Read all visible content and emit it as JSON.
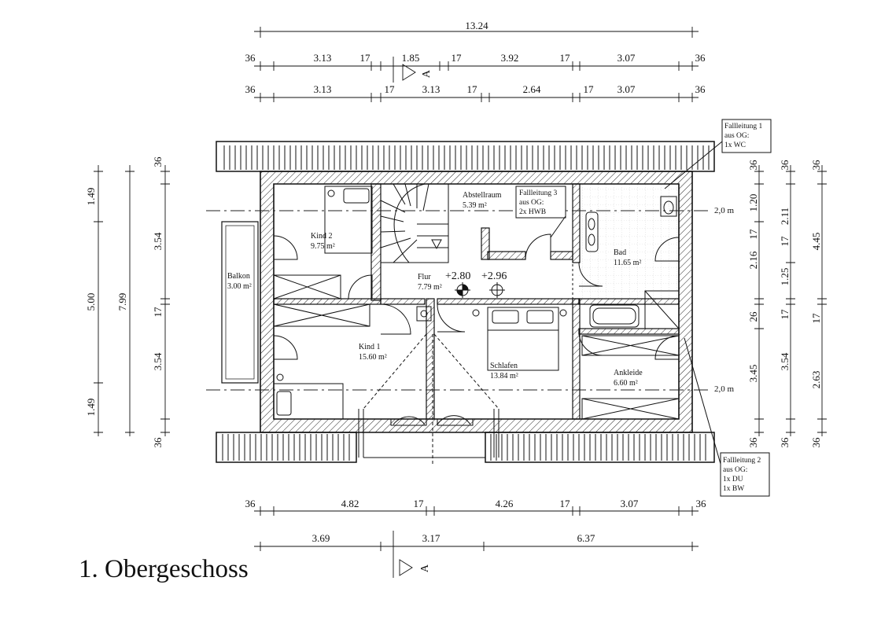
{
  "title": "1. Obergeschoss",
  "dimensions": {
    "top_total": "13.24",
    "top_row1": [
      "36",
      "3.13",
      "17",
      "1.85",
      "17",
      "3.92",
      "17",
      "3.07",
      "36"
    ],
    "top_row2": [
      "36",
      "3.13",
      "17",
      "3.13",
      "17",
      "2.64",
      "17",
      "3.07",
      "36"
    ],
    "bottom_row1": [
      "36",
      "4.82",
      "17",
      "4.26",
      "17",
      "3.07",
      "36"
    ],
    "bottom_row2": [
      "3.69",
      "3.17",
      "6.37"
    ],
    "left_outer": [
      "1.49",
      "5.00",
      "1.49"
    ],
    "left_total": "7.99",
    "left_inner": [
      "36",
      "3.54",
      "17",
      "3.54",
      "36"
    ],
    "right_col1": [
      "36",
      "1.20",
      "2.16",
      "17",
      "26",
      "3.45",
      "36"
    ],
    "right_col2": [
      "36",
      "2.11",
      "17",
      "1.25",
      "17",
      "3.54",
      "36"
    ],
    "right_col3": [
      "36",
      "4.45",
      "17",
      "2.63",
      "36"
    ]
  },
  "section_marker": "A",
  "level_labels": [
    "2,0 m",
    "2,0 m"
  ],
  "elevations": [
    "+2.80",
    "+2.96"
  ],
  "rooms": {
    "kind2": {
      "name": "Kind 2",
      "area": "9.75 m²"
    },
    "abstellraum": {
      "name": "Abstellraum",
      "area": "5.39 m²"
    },
    "bad": {
      "name": "Bad",
      "area": "11.65 m²"
    },
    "balkon": {
      "name": "Balkon",
      "area": "3.00 m²"
    },
    "flur": {
      "name": "Flur",
      "area": "7.79 m²"
    },
    "kind1": {
      "name": "Kind 1",
      "area": "15.60 m²"
    },
    "schlafen": {
      "name": "Schlafen",
      "area": "13.84 m²"
    },
    "ankleide": {
      "name": "Ankleide",
      "area": "6.60 m²"
    }
  },
  "notes": {
    "fallleitung1": [
      "Fallleitung 1",
      "aus OG:",
      "1x WC"
    ],
    "fallleitung2": [
      "Fallleitung 2",
      "aus OG:",
      "1x DU",
      "1x BW"
    ],
    "fallleitung3": [
      "Fallleitung 3",
      "aus OG:",
      "2x HWB"
    ]
  }
}
